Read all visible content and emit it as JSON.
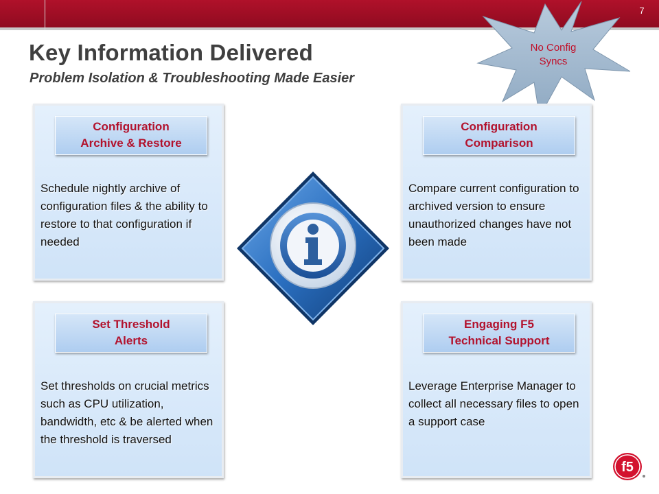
{
  "slide": {
    "page_number": "7",
    "title": "Key Information Delivered",
    "subtitle": "Problem Isolation & Troubleshooting Made Easier"
  },
  "callout": {
    "label": "No Config\nSyncs"
  },
  "cards": [
    {
      "heading": "Configuration\nArchive & Restore",
      "body": "Schedule nightly archive of configuration files & the ability to restore to that configuration if needed"
    },
    {
      "heading": "Configuration\nComparison",
      "body": "Compare current configuration to archived version to ensure unauthorized changes have not been made"
    },
    {
      "heading": "Set Threshold\nAlerts",
      "body": "Set thresholds on crucial metrics such as CPU utilization, bandwidth, etc & be alerted when the threshold is traversed"
    },
    {
      "heading": "Engaging F5\nTechnical Support",
      "body": "Leverage Enterprise Manager to collect all necessary files to open a support case"
    }
  ],
  "logo": {
    "text": "f5"
  },
  "colors": {
    "brand_red": "#a50e25",
    "card_blue": "#d6e7f9",
    "heading_red": "#b2122d",
    "icon_blue": "#1f5fa8"
  }
}
